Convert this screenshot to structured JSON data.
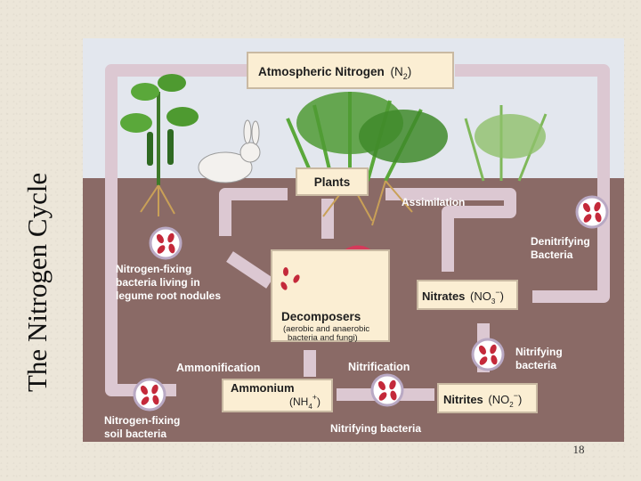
{
  "slide": {
    "title": "The Nitrogen Cycle",
    "page_number": "18"
  },
  "diagram": {
    "atmospheric_nitrogen": {
      "label": "Atmospheric Nitrogen",
      "formula": "(N",
      "sub": "2",
      "close": ")"
    },
    "plants": "Plants",
    "assimilation": "Assimilation",
    "denitrifying": [
      "Denitrifying",
      "Bacteria"
    ],
    "nitrogen_fixing_legume": [
      "Nitrogen-fixing",
      "bacteria living in",
      "legume root nodules"
    ],
    "decomposers": {
      "title": "Decomposers",
      "lines": [
        "(aerobic and anaerobic",
        "bacteria and fungi)"
      ]
    },
    "nitrates": {
      "label": "Nitrates",
      "formula": "(NO",
      "sub": "3",
      "sup": "−",
      "close": ")"
    },
    "nitrifying_bacteria_top": [
      "Nitrifying",
      "bacteria"
    ],
    "ammonification": "Ammonification",
    "nitrification": "Nitrification",
    "ammonium": {
      "label": "Ammonium",
      "formula": "(NH",
      "sub": "4",
      "sup": "+",
      "close": ")"
    },
    "nitrites": {
      "label": "Nitrites",
      "formula": "(NO",
      "sub": "2",
      "sup": "−",
      "close": ")"
    },
    "nitrogen_fixing_soil": [
      "Nitrogen-fixing",
      "soil bacteria"
    ],
    "nitrifying_bacteria_bottom": "Nitrifying bacteria"
  },
  "colors": {
    "sky": "#e3e7ee",
    "soil": "#8a6a66",
    "arrow": "#dcc8d2",
    "label_box": "#fbeed3",
    "text_dark": "#1e1e1e",
    "text_light": "#ffffff",
    "bacteria": "#c4293a"
  }
}
